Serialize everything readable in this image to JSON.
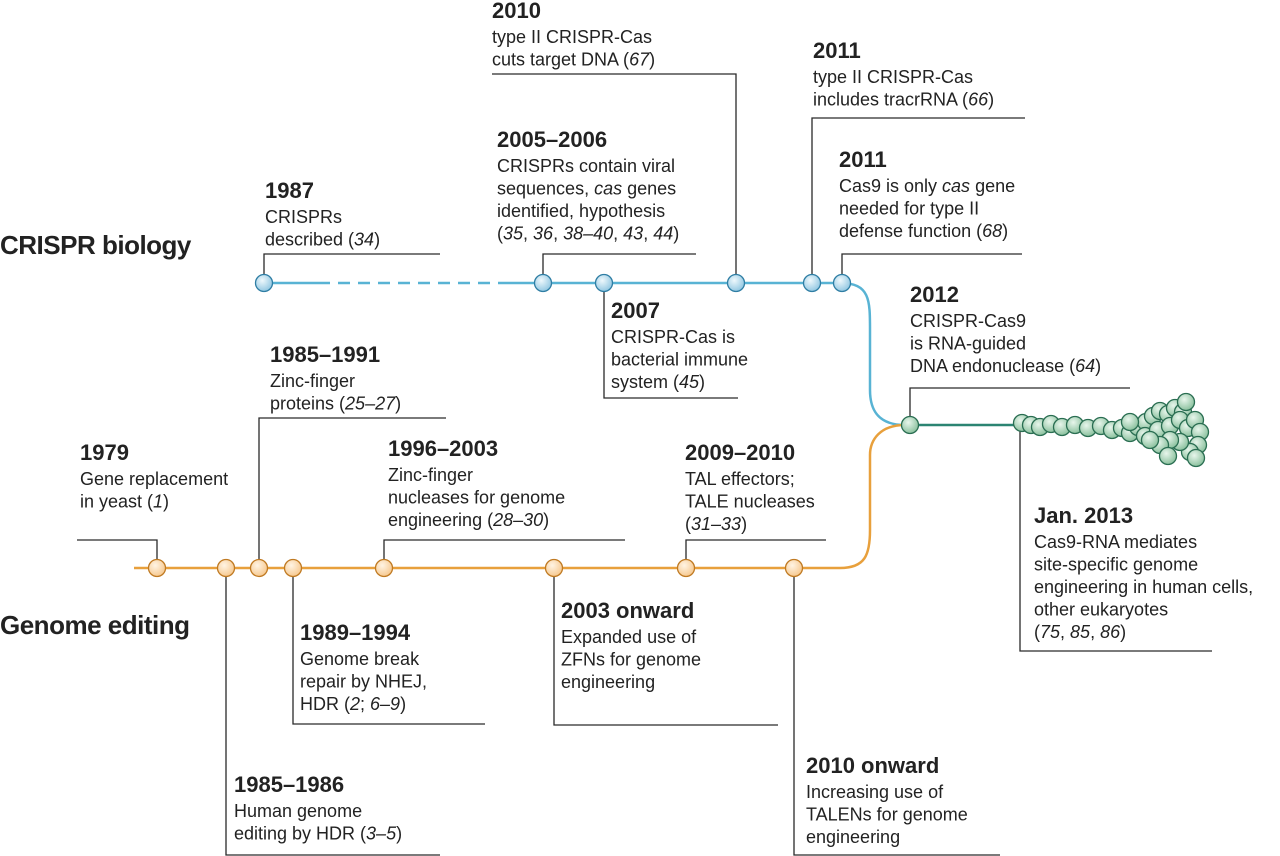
{
  "row_labels": {
    "crispr": "CRISPR biology",
    "genome": "Genome editing"
  },
  "colors": {
    "crispr_line": "#58b3d4",
    "genome_line": "#e8a03c",
    "merged_line": "#2b8472",
    "crispr_node": "#a9d3e8",
    "genome_node": "#fbd7a8",
    "merged_node": "#9fcfb0",
    "text": "#222222"
  },
  "crispr_events": [
    {
      "id": "crispr-1987",
      "year": "1987",
      "lines": [
        [
          {
            "t": "CRISPRs"
          }
        ],
        [
          {
            "t": "described ("
          },
          {
            "t": "34",
            "i": true
          },
          {
            "t": ")"
          }
        ]
      ]
    },
    {
      "id": "crispr-2005",
      "year": "2005–2006",
      "lines": [
        [
          {
            "t": "CRISPRs contain viral"
          }
        ],
        [
          {
            "t": "sequences, "
          },
          {
            "t": "cas",
            "i": true
          },
          {
            "t": " genes"
          }
        ],
        [
          {
            "t": "identified, hypothesis"
          }
        ],
        [
          {
            "t": "("
          },
          {
            "t": "35",
            "i": true
          },
          {
            "t": ", "
          },
          {
            "t": "36",
            "i": true
          },
          {
            "t": ", "
          },
          {
            "t": "38–40",
            "i": true
          },
          {
            "t": ", "
          },
          {
            "t": "43",
            "i": true
          },
          {
            "t": ", "
          },
          {
            "t": "44",
            "i": true
          },
          {
            "t": ")"
          }
        ]
      ]
    },
    {
      "id": "crispr-2007",
      "year": "2007",
      "lines": [
        [
          {
            "t": "CRISPR-Cas is"
          }
        ],
        [
          {
            "t": "bacterial immune"
          }
        ],
        [
          {
            "t": "system ("
          },
          {
            "t": "45",
            "i": true
          },
          {
            "t": ")"
          }
        ]
      ]
    },
    {
      "id": "crispr-2010",
      "year": "2010",
      "lines": [
        [
          {
            "t": "type II CRISPR-Cas"
          }
        ],
        [
          {
            "t": "cuts target DNA ("
          },
          {
            "t": "67",
            "i": true
          },
          {
            "t": ")"
          }
        ]
      ]
    },
    {
      "id": "crispr-2011a",
      "year": "2011",
      "lines": [
        [
          {
            "t": "type II CRISPR-Cas"
          }
        ],
        [
          {
            "t": "includes tracrRNA ("
          },
          {
            "t": "66",
            "i": true
          },
          {
            "t": ")"
          }
        ]
      ]
    },
    {
      "id": "crispr-2011b",
      "year": "2011",
      "lines": [
        [
          {
            "t": "Cas9 is only "
          },
          {
            "t": "cas",
            "i": true
          },
          {
            "t": " gene"
          }
        ],
        [
          {
            "t": "needed for type II"
          }
        ],
        [
          {
            "t": "defense function ("
          },
          {
            "t": "68",
            "i": true
          },
          {
            "t": ")"
          }
        ]
      ]
    }
  ],
  "merged_events": [
    {
      "id": "merged-2012",
      "year": "2012",
      "lines": [
        [
          {
            "t": "CRISPR-Cas9"
          }
        ],
        [
          {
            "t": "is RNA-guided"
          }
        ],
        [
          {
            "t": "DNA endonuclease ("
          },
          {
            "t": "64",
            "i": true
          },
          {
            "t": ")"
          }
        ]
      ]
    },
    {
      "id": "merged-2013",
      "year": "Jan. 2013",
      "lines": [
        [
          {
            "t": "Cas9-RNA mediates"
          }
        ],
        [
          {
            "t": "site-specific genome"
          }
        ],
        [
          {
            "t": "engineering in human cells,"
          }
        ],
        [
          {
            "t": "other eukaryotes"
          }
        ],
        [
          {
            "t": "("
          },
          {
            "t": "75",
            "i": true
          },
          {
            "t": ", "
          },
          {
            "t": "85",
            "i": true
          },
          {
            "t": ", "
          },
          {
            "t": "86",
            "i": true
          },
          {
            "t": ")"
          }
        ]
      ]
    }
  ],
  "genome_events": [
    {
      "id": "genome-1979",
      "year": "1979",
      "lines": [
        [
          {
            "t": "Gene replacement"
          }
        ],
        [
          {
            "t": "in yeast ("
          },
          {
            "t": "1",
            "i": true
          },
          {
            "t": ")"
          }
        ]
      ]
    },
    {
      "id": "genome-1985a",
      "year": "1985–1986",
      "lines": [
        [
          {
            "t": "Human genome"
          }
        ],
        [
          {
            "t": "editing by HDR ("
          },
          {
            "t": "3–5",
            "i": true
          },
          {
            "t": ")"
          }
        ]
      ]
    },
    {
      "id": "genome-1985b",
      "year": "1985–1991",
      "lines": [
        [
          {
            "t": "Zinc-finger"
          }
        ],
        [
          {
            "t": "proteins ("
          },
          {
            "t": "25–27",
            "i": true
          },
          {
            "t": ")"
          }
        ]
      ]
    },
    {
      "id": "genome-1989",
      "year": "1989–1994",
      "lines": [
        [
          {
            "t": "Genome break"
          }
        ],
        [
          {
            "t": "repair by NHEJ,"
          }
        ],
        [
          {
            "t": "HDR ("
          },
          {
            "t": "2",
            "i": true
          },
          {
            "t": "; "
          },
          {
            "t": "6–9",
            "i": true
          },
          {
            "t": ")"
          }
        ]
      ]
    },
    {
      "id": "genome-1996",
      "year": "1996–2003",
      "lines": [
        [
          {
            "t": "Zinc-finger"
          }
        ],
        [
          {
            "t": "nucleases for genome"
          }
        ],
        [
          {
            "t": "engineering ("
          },
          {
            "t": "28–30",
            "i": true
          },
          {
            "t": ")"
          }
        ]
      ]
    },
    {
      "id": "genome-2003",
      "year": "2003 onward",
      "lines": [
        [
          {
            "t": "Expanded use of"
          }
        ],
        [
          {
            "t": "ZFNs for genome"
          }
        ],
        [
          {
            "t": "engineering"
          }
        ]
      ]
    },
    {
      "id": "genome-2009",
      "year": "2009–2010",
      "lines": [
        [
          {
            "t": "TAL effectors;"
          }
        ],
        [
          {
            "t": "TALE nucleases"
          }
        ],
        [
          {
            "t": "("
          },
          {
            "t": "31–33",
            "i": true
          },
          {
            "t": ")"
          }
        ]
      ]
    },
    {
      "id": "genome-2010",
      "year": "2010 onward",
      "lines": [
        [
          {
            "t": "Increasing use of"
          }
        ],
        [
          {
            "t": "TALENs for genome"
          }
        ],
        [
          {
            "t": "engineering"
          }
        ]
      ]
    }
  ]
}
